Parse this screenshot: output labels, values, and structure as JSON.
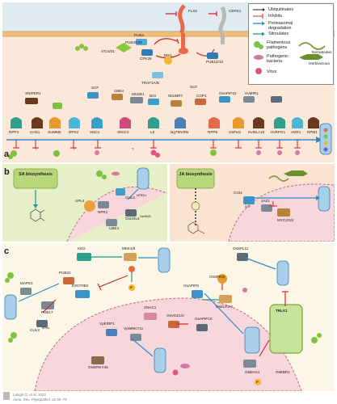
{
  "panel_labels": [
    "a",
    "b",
    "c"
  ],
  "legend": {
    "items": [
      {
        "label": "Ubiquitinates",
        "color": "#222222"
      },
      {
        "label": "Inhibits",
        "color": "#d6282a"
      },
      {
        "label": "Proteasomal degradation",
        "color": "#2d8bc9"
      },
      {
        "label": "Stimulates",
        "color": "#1f9a8c"
      },
      {
        "label": "Filamentous pathogens",
        "color": "#7fc241"
      },
      {
        "label": "Nematodes",
        "color": "#8aa04a"
      },
      {
        "label": "Pathogenic bacteria",
        "color": "#d07aa8"
      },
      {
        "label": "Herbivorous",
        "color": "#6a8f2e"
      },
      {
        "label": "Virus",
        "color": "#e0557f"
      }
    ]
  },
  "panel_a": {
    "top": [
      "FLS2",
      "CERK1",
      "PUB4",
      "PUB25/26",
      "BIK1",
      "ATL6/31",
      "CPK28",
      "PUB12/13"
    ],
    "middle": [
      "TRAF1A/B",
      "SCF",
      "SNIPER1",
      "SCF",
      "UBE4",
      "MUSE1",
      "BOI",
      "NbUBR7",
      "COP1",
      "OsAPIP10",
      "HvMIR1"
    ],
    "scf_super": [
      "CPR1",
      "SNIPER4"
    ],
    "bottom": [
      "RPP4",
      "CHS1",
      "SUMM2",
      "RPS2",
      "SNC1",
      "SIKIC2",
      "L5",
      "NgTMVRN",
      "RPP8",
      "OsPut1",
      "HvMLA10",
      "HvRPG1",
      "ADR1",
      "RPM1"
    ],
    "question_mark": "?"
  },
  "panel_b": {
    "sa": {
      "title": "SA biosynthesis",
      "labels": [
        "UPL4",
        "NPR1",
        "CUL3",
        "UBE4",
        "OsCRL4"
      ],
      "super": [
        "NPR3/4",
        "OsNDM1"
      ]
    },
    "ja": {
      "title": "JA biosynthesis",
      "labels": [
        "COI1",
        "JAZ1",
        "MYC2/3/4"
      ],
      "super": [
        "SCF",
        "COI1"
      ]
    }
  },
  "panel_c": {
    "labels": [
      "KEG",
      "MKK4/5",
      "P",
      "PUB22",
      "EXO70B2",
      "MAPK3",
      "PUB17",
      "CUL3",
      "OsSPL11",
      "OsSPIN6",
      "OsAPIP6",
      "OsELF3-2",
      "TRLX1",
      "OsBAG4",
      "OsEBR1",
      "SNAC1",
      "OsVOZ1/2",
      "OsAPIP10",
      "VpEIRP1",
      "VpWRKY11",
      "OsWRKY45"
    ],
    "super": [
      "BPMs",
      "P"
    ]
  },
  "credit": [
    "Langin G, et al. 2023",
    "Annu. Rev. Phytopathol. 61:55–75"
  ],
  "colors": {
    "panel_a_top_bg": "#dfeaf1",
    "panel_a_bottom_bg": "#fbe8d8",
    "panel_b_sa_bg": "#e6efc8",
    "panel_b_ja_bg": "#fbe3d2",
    "panel_c_bg": "#fbf6e6",
    "nucleus": "#f7d6dc",
    "proteasome": "#a9d0ea",
    "ubiquitin": "#8bc34a",
    "inhibit": "#d6282a",
    "stimulate": "#1f9a8c",
    "degradation": "#2d8bc9",
    "pathogen_green": "#7fc241",
    "virus_pink": "#e0557f"
  },
  "icons": [
    "proteasome-icon",
    "ubiquitin-chain-icon",
    "fungus-icon",
    "bacteria-icon",
    "nematode-icon",
    "grasshopper-icon",
    "virus-icon",
    "salicylic-acid-icon",
    "jasmonate-icon",
    "phosphate-icon"
  ]
}
